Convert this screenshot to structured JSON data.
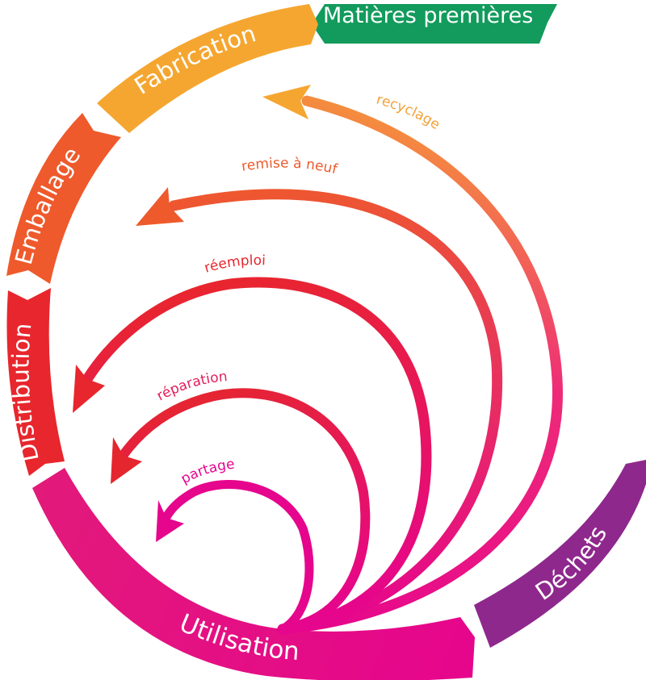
{
  "stages": {
    "raw_materials": {
      "label": "Matières premières",
      "color": "#129b5c"
    },
    "manufacturing": {
      "label": "Fabrication",
      "color": "#f5a630"
    },
    "packaging": {
      "label": "Emballage",
      "color": "#ee5a2c"
    },
    "distribution": {
      "label": "Distribution",
      "color": "#e8262d"
    },
    "use": {
      "label": "Utilisation",
      "color": "#e6058d"
    },
    "waste": {
      "label": "Déchets",
      "color": "#8e288c"
    }
  },
  "loops": {
    "recycling": {
      "label": "recyclage",
      "color": "#f3a03a"
    },
    "refurbishing": {
      "label": "remise à neuf",
      "color": "#ee5a2c"
    },
    "reuse": {
      "label": "réemploi",
      "color": "#e8262d"
    },
    "repair": {
      "label": "réparation",
      "color": "#e31e5a"
    },
    "sharing": {
      "label": "partage",
      "color": "#e6058d"
    }
  }
}
